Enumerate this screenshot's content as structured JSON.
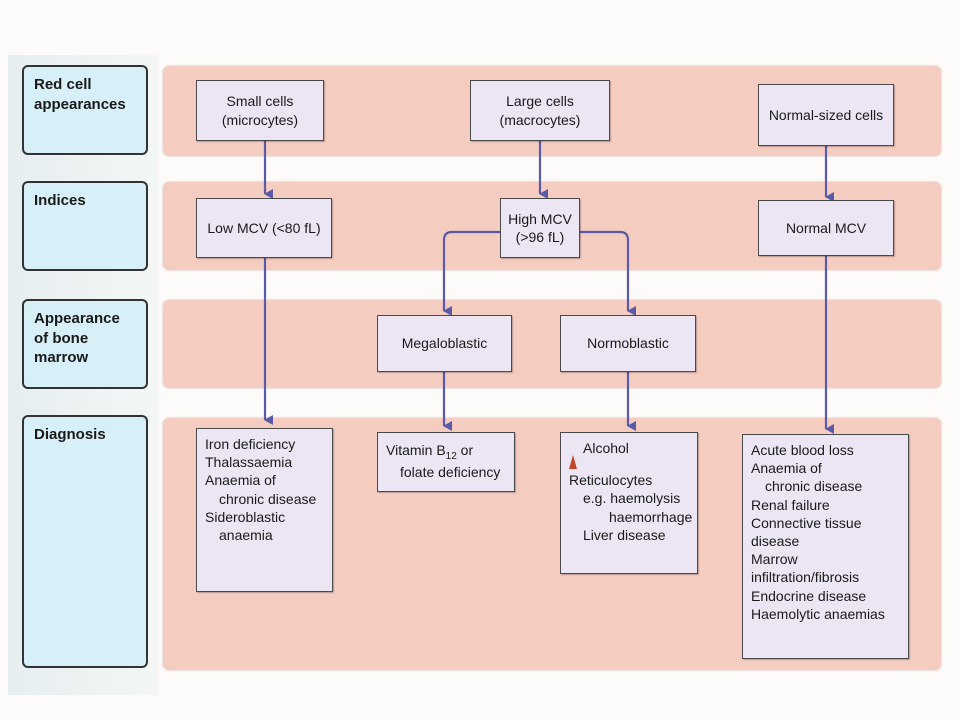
{
  "colors": {
    "band": "#f5ccc0",
    "label": "#d7f0f8",
    "node": "#ece5f3",
    "arrow": "#5a5ba8",
    "up_arrow": "#c0452a"
  },
  "rows": {
    "red_cell": "Red cell appearances",
    "indices": "Indices",
    "marrow": "Appearance of bone marrow",
    "diagnosis": "Diagnosis"
  },
  "appearances": {
    "small": [
      "Small cells",
      "(microcytes)"
    ],
    "large": [
      "Large cells",
      "(macrocytes)"
    ],
    "normal": "Normal-sized cells"
  },
  "indices": {
    "low": "Low MCV (<80 fL)",
    "high": [
      "High MCV",
      "(>96 fL)"
    ],
    "normal": "Normal MCV"
  },
  "marrow": {
    "megaloblastic": "Megaloblastic",
    "normoblastic": "Normoblastic"
  },
  "diagnosis": {
    "microcytic": [
      "Iron deficiency",
      "Thalassaemia",
      "Anaemia of",
      "chronic disease",
      "Sideroblastic",
      "anaemia"
    ],
    "megaloblastic": {
      "prefix": "Vitamin B",
      "sub": "12",
      "suffix": " or",
      "line2": "folate deficiency"
    },
    "normoblastic": [
      "Alcohol",
      "Reticulocytes",
      "e.g. haemolysis",
      "haemorrhage",
      "Liver disease"
    ],
    "normocytic": [
      "Acute blood loss",
      "Anaemia of",
      "chronic disease",
      "Renal failure",
      "Connective tissue disease",
      "Marrow infiltration/fibrosis",
      "Endocrine disease",
      "Haemolytic anaemias"
    ]
  }
}
